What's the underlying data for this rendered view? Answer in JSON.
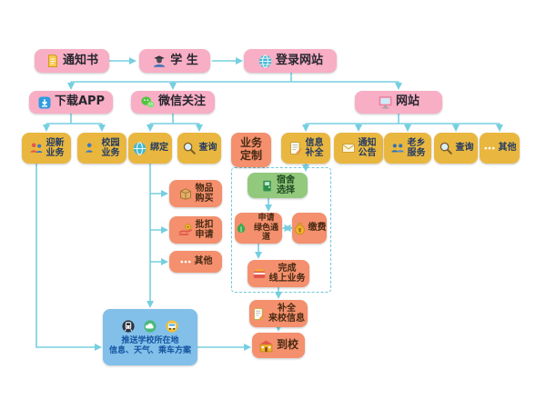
{
  "palette": {
    "pink_box": "#f8aec5",
    "gold_box": "#e9b73f",
    "orange_box": "#f4906d",
    "green_box": "#93c97d",
    "blue_box": "#82c0ea",
    "wire_arrow": "#76cfe0"
  },
  "icons": [
    "document-icon",
    "student-icon",
    "globe-icon",
    "download-app-icon",
    "wechat-icon",
    "monitor-icon",
    "people-icon",
    "magnifier-icon",
    "form-pencil-icon",
    "envelope-icon",
    "group-icon",
    "dots-icon",
    "carton-icon",
    "coin-hand-icon",
    "door-icon",
    "leaf-icon",
    "moneybag-icon",
    "card-icon",
    "school-icon",
    "metro-icon",
    "weather-icon",
    "bus-icon"
  ],
  "nodes": {
    "notice": "通知书",
    "student": "学 生",
    "login": "登录网站",
    "download_app": "下载APP",
    "wechat_follow": "微信关注",
    "website": "网站",
    "welcome": "迎新\n业务",
    "campus": "校园\n业务",
    "bind": "绑定",
    "query_wechat": "查询",
    "biz_custom": "业务\n定制",
    "info_complete": "信息\n补全",
    "announce": "通知\n公告",
    "fellow": "老乡\n服务",
    "query_web": "查询",
    "other_web": "其他",
    "purchase": "物品\n购买",
    "deduction": "批扣\n申请",
    "other_wechat": "其他",
    "dorm": "宿舍\n选择",
    "green_channel": "申请\n绿色通道",
    "pay": "缴费",
    "finish_online": "完成\n线上业务",
    "arrival_info": "补全\n来校信息",
    "arrive": "到校",
    "push_info": "推送学校所在地\n信息、天气、乘车方案"
  }
}
